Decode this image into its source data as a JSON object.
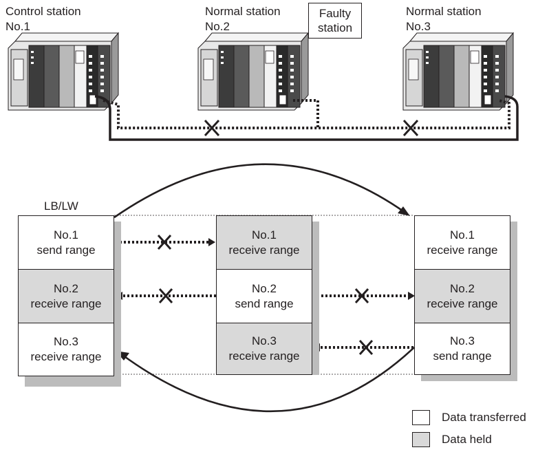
{
  "stations": [
    {
      "role": "Control station",
      "number": "No.1"
    },
    {
      "role": "Normal station",
      "number": "No.2"
    },
    {
      "role": "Normal station",
      "number": "No.3"
    }
  ],
  "faulty_label": [
    "Faulty",
    "station"
  ],
  "device_label": "LB/LW",
  "tables": [
    {
      "cells": [
        {
          "no": "No.1",
          "range": "send range",
          "state": "transferred"
        },
        {
          "no": "No.2",
          "range": "receive range",
          "state": "held"
        },
        {
          "no": "No.3",
          "range": "receive range",
          "state": "transferred"
        }
      ]
    },
    {
      "cells": [
        {
          "no": "No.1",
          "range": "receive range",
          "state": "held"
        },
        {
          "no": "No.2",
          "range": "send range",
          "state": "transferred"
        },
        {
          "no": "No.3",
          "range": "receive range",
          "state": "held"
        }
      ]
    },
    {
      "cells": [
        {
          "no": "No.1",
          "range": "receive range",
          "state": "transferred"
        },
        {
          "no": "No.2",
          "range": "receive range",
          "state": "held"
        },
        {
          "no": "No.3",
          "range": "send range",
          "state": "transferred"
        }
      ]
    }
  ],
  "legend": {
    "transferred": "Data transferred",
    "held": "Data held"
  },
  "colors": {
    "line": "#231f20",
    "held_fill": "#d9d9d9",
    "shadow": "#bcbcbc"
  }
}
